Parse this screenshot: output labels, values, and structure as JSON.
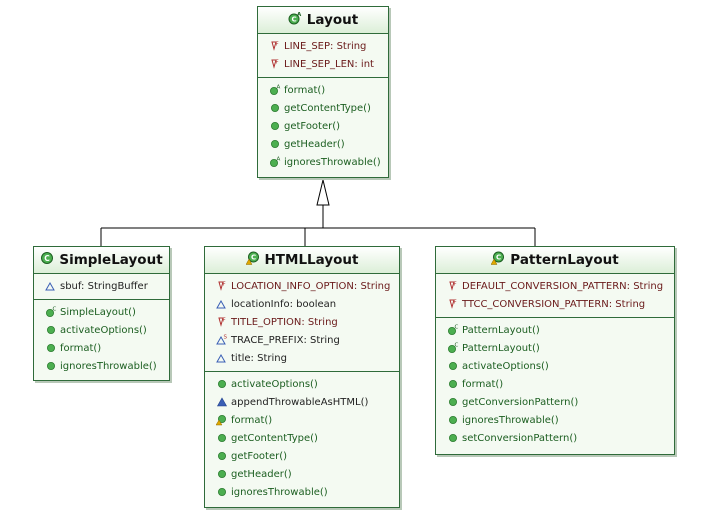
{
  "classes": {
    "layout": {
      "name": "Layout",
      "fields": [
        {
          "text": "LINE_SEP: String",
          "icon": "static-final-field-icon"
        },
        {
          "text": "LINE_SEP_LEN: int",
          "icon": "static-final-field-icon"
        }
      ],
      "methods": [
        {
          "text": "format()",
          "icon": "abstract-method-icon"
        },
        {
          "text": "getContentType()",
          "icon": "public-method-icon"
        },
        {
          "text": "getFooter()",
          "icon": "public-method-icon"
        },
        {
          "text": "getHeader()",
          "icon": "public-method-icon"
        },
        {
          "text": "ignoresThrowable()",
          "icon": "abstract-method-icon"
        }
      ]
    },
    "simple": {
      "name": "SimpleLayout",
      "fields": [
        {
          "text": "sbuf: StringBuffer",
          "icon": "package-field-icon"
        }
      ],
      "methods": [
        {
          "text": "SimpleLayout()",
          "icon": "constructor-icon"
        },
        {
          "text": "activateOptions()",
          "icon": "public-method-icon"
        },
        {
          "text": "format()",
          "icon": "public-method-icon"
        },
        {
          "text": "ignoresThrowable()",
          "icon": "public-method-icon"
        }
      ]
    },
    "html": {
      "name": "HTMLLayout",
      "fields": [
        {
          "text": "LOCATION_INFO_OPTION: String",
          "icon": "static-final-field-icon"
        },
        {
          "text": "locationInfo: boolean",
          "icon": "package-field-icon"
        },
        {
          "text": "TITLE_OPTION: String",
          "icon": "static-final-field-icon"
        },
        {
          "text": "TRACE_PREFIX: String",
          "icon": "static-field-icon"
        },
        {
          "text": "title: String",
          "icon": "package-field-icon"
        }
      ],
      "methods": [
        {
          "text": "activateOptions()",
          "icon": "public-method-icon"
        },
        {
          "text": "appendThrowableAsHTML()",
          "icon": "package-method-icon"
        },
        {
          "text": "format()",
          "icon": "override-method-icon"
        },
        {
          "text": "getContentType()",
          "icon": "public-method-icon"
        },
        {
          "text": "getFooter()",
          "icon": "public-method-icon"
        },
        {
          "text": "getHeader()",
          "icon": "public-method-icon"
        },
        {
          "text": "ignoresThrowable()",
          "icon": "public-method-icon"
        }
      ]
    },
    "pattern": {
      "name": "PatternLayout",
      "fields": [
        {
          "text": "DEFAULT_CONVERSION_PATTERN: String",
          "icon": "static-final-field-icon"
        },
        {
          "text": "TTCC_CONVERSION_PATTERN: String",
          "icon": "static-final-field-icon"
        }
      ],
      "methods": [
        {
          "text": "PatternLayout()",
          "icon": "constructor-icon"
        },
        {
          "text": "PatternLayout()",
          "icon": "constructor-icon"
        },
        {
          "text": "activateOptions()",
          "icon": "public-method-icon"
        },
        {
          "text": "format()",
          "icon": "public-method-icon"
        },
        {
          "text": "getConversionPattern()",
          "icon": "public-method-icon"
        },
        {
          "text": "ignoresThrowable()",
          "icon": "public-method-icon"
        },
        {
          "text": "setConversionPattern()",
          "icon": "public-method-icon"
        }
      ]
    }
  },
  "relations": [
    {
      "from": "SimpleLayout",
      "to": "Layout",
      "type": "generalization"
    },
    {
      "from": "HTMLLayout",
      "to": "Layout",
      "type": "generalization"
    },
    {
      "from": "PatternLayout",
      "to": "Layout",
      "type": "generalization"
    }
  ],
  "colors": {
    "border": "#2f6b3a",
    "fill": "#f4faf2",
    "method_text": "#1b5e20",
    "field_text": "#6a1a1a",
    "public_dot": "#4caf50",
    "field_triangle": "#3a5fb5",
    "final_marker": "#b03030",
    "override_marker": "#e0a800"
  }
}
